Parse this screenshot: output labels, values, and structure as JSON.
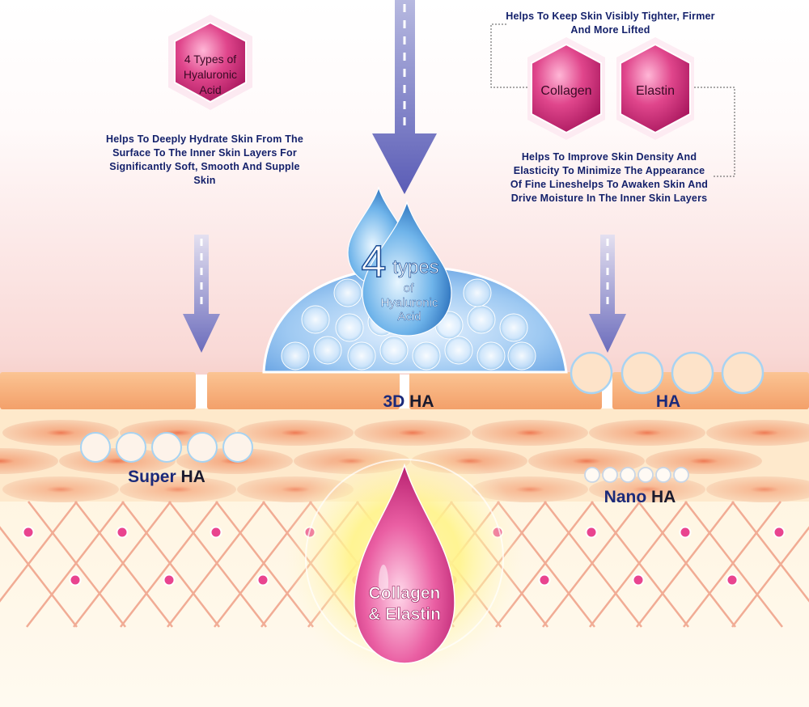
{
  "ha_hexagon": {
    "label": "4 Types of Hyaluronic Acid"
  },
  "ha_description": "Helps To Deeply Hydrate Skin From The Surface To The Inner Skin Layers For Significantly Soft, Smooth And Supple Skin",
  "firming_description": "Helps To Keep Skin Visibly Tighter, Firmer And More Lifted",
  "collagen_hexagon": {
    "label": "Collagen"
  },
  "elastin_hexagon": {
    "label": "Elastin"
  },
  "density_description": "Helps To Improve Skin Density And Elasticity To Minimize The Appearance Of Fine Lineshelps To Awaken Skin And Drive Moisture In The Inner Skin Layers",
  "central_drop": {
    "number": "4",
    "word": "types",
    "of": "of",
    "line1": "Hyaluronic",
    "line2": "Acid"
  },
  "layers": {
    "ha_3d": {
      "prefix": "3D",
      "suffix": "HA"
    },
    "ha": {
      "suffix": "HA"
    },
    "super_ha": {
      "prefix": "Super",
      "suffix": "HA"
    },
    "nano_ha": {
      "prefix": "Nano",
      "suffix": "HA"
    }
  },
  "collagen_drop": {
    "line1": "Collagen",
    "line2": "& Elastin"
  },
  "colors": {
    "navy": "#1b2a7a",
    "pink": "#d6337a",
    "blue": "#5a8fd8",
    "skin": "#f6b27e"
  }
}
